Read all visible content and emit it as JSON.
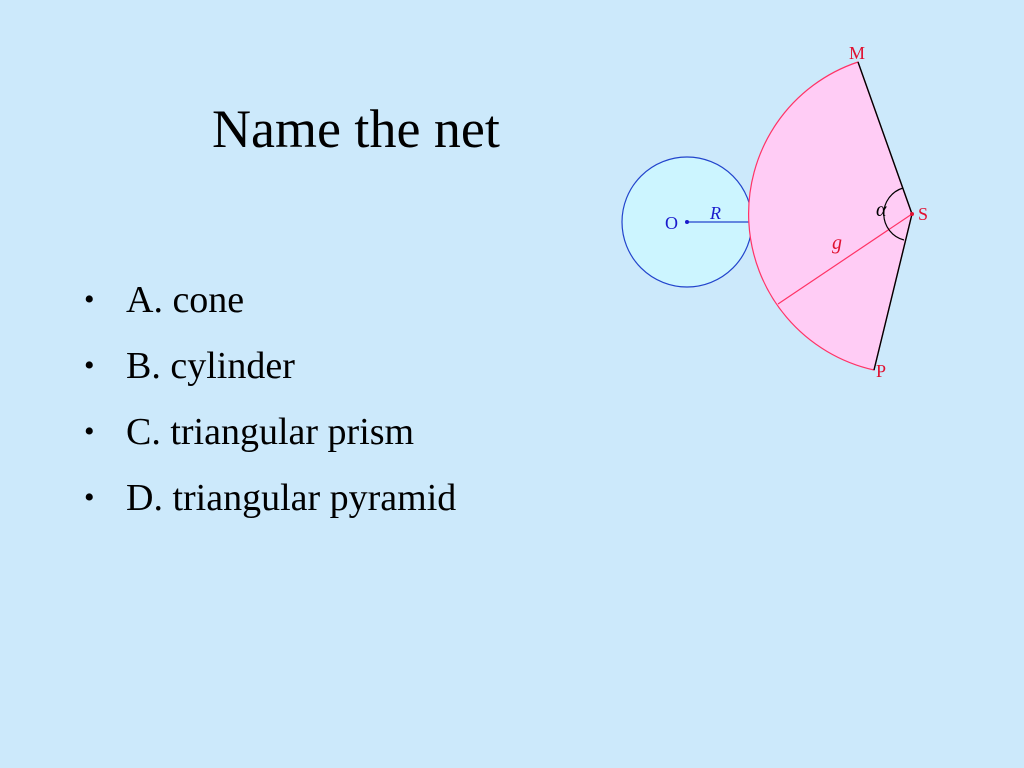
{
  "title": "Name the net",
  "options": [
    {
      "bullet": "•",
      "label": "A. cone"
    },
    {
      "bullet": "•",
      "label": "B. cylinder"
    },
    {
      "bullet": "•",
      "label": "C. triangular prism"
    },
    {
      "bullet": "•",
      "label": "D. triangular pyramid"
    }
  ],
  "figure": {
    "center_label": "O",
    "radius_label": "R",
    "slant_label": "g",
    "angle_label": "α",
    "apex_label": "S",
    "top_point_label": "M",
    "bottom_point_label": "P",
    "colors": {
      "background": "#cce9fb",
      "circle_fill": "#ccf5ff",
      "circle_stroke": "#2244cc",
      "sector_fill": "#ffccf5",
      "sector_stroke": "#ff3366",
      "blue_text": "#1a1acc",
      "red_text": "#e01030"
    }
  }
}
